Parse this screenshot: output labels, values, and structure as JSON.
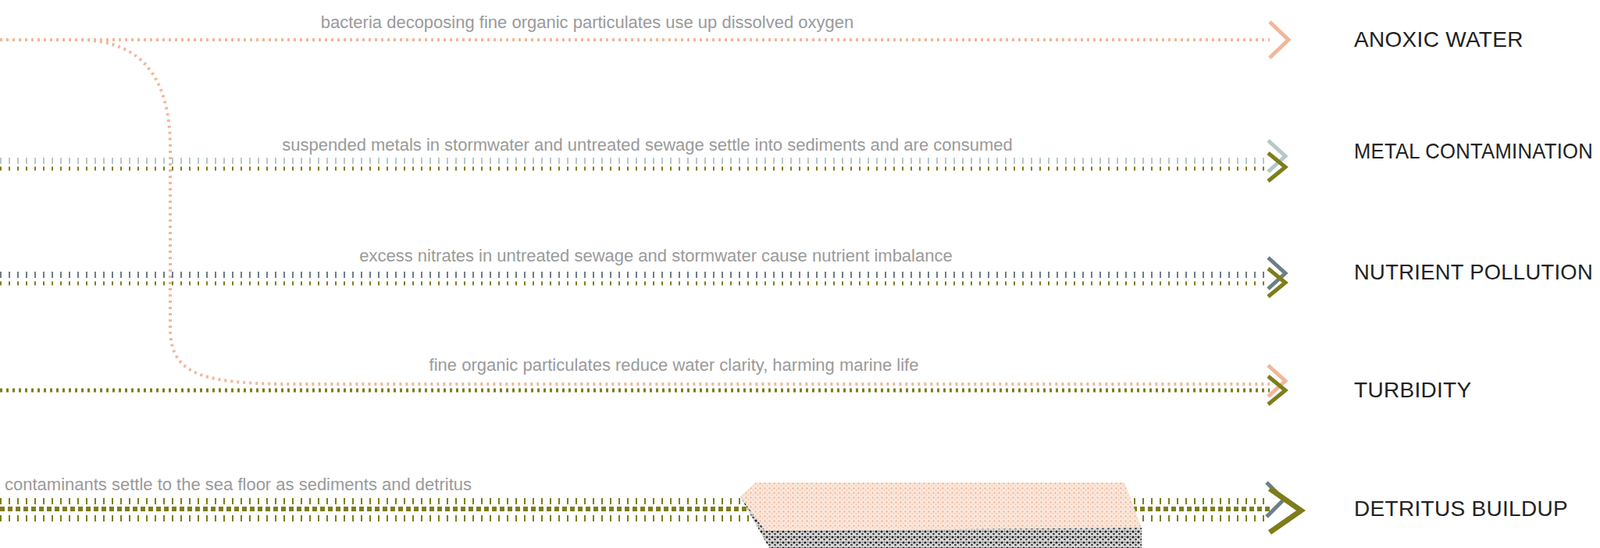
{
  "diagram": {
    "labels": [
      "bacteria decoposing fine organic particulates use up dissolved oxygen",
      "ANOXIC WATER",
      "suspended metals in stormwater and untreated sewage settle into sediments and are consumed",
      "METAL CONTAMINATION",
      "excess nitrates in untreated sewage and stormwater cause nutrient imbalance",
      "NUTRIENT POLLUTION",
      "fine organic particulates reduce water clarity, harming marine life",
      "TURBIDITY",
      "contaminants settle to the sea floor as sediments and detritus",
      "DETRITUS BUILDUP"
    ]
  }
}
